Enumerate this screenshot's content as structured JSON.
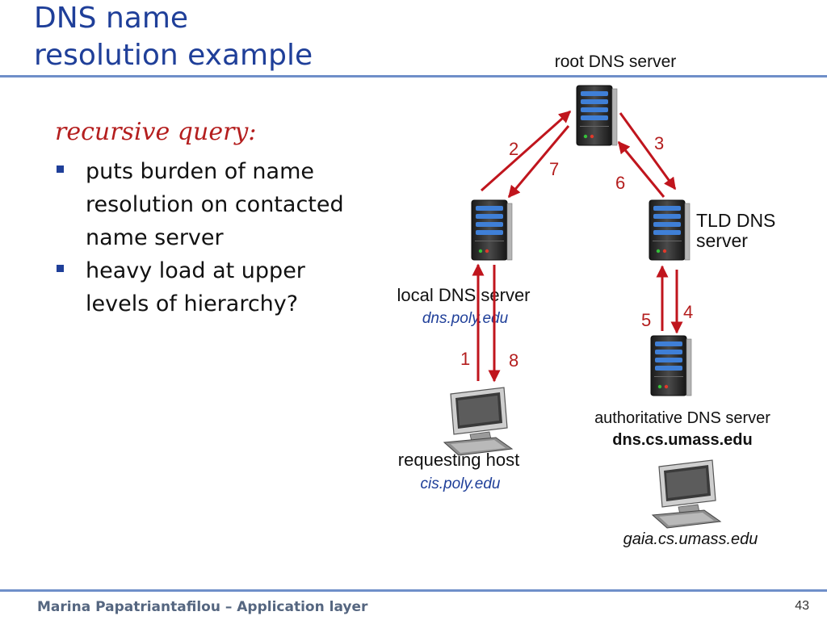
{
  "slide": {
    "title_line1": "DNS name",
    "title_line2": "resolution example",
    "subtitle": "recursive query:",
    "bullets": [
      "puts burden of name resolution on contacted name server",
      "heavy load at upper levels of hierarchy?"
    ],
    "footer": "Marina Papatriantafilou –  Application layer",
    "page_number": "43"
  },
  "diagram": {
    "root_label": "root DNS server",
    "tld_label_line1": "TLD DNS",
    "tld_label_line2": "server",
    "local_label": "local DNS server",
    "local_host": "dns.poly.edu",
    "auth_label": "authoritative DNS server",
    "auth_host": "dns.cs.umass.edu",
    "requesting_label": "requesting host",
    "requesting_host": "cis.poly.edu",
    "gaia_host": "gaia.cs.umass.edu",
    "steps": {
      "s1": "1",
      "s2": "2",
      "s3": "3",
      "s4": "4",
      "s5": "5",
      "s6": "6",
      "s7": "7",
      "s8": "8"
    },
    "colors": {
      "arrow": "#c0151d",
      "step_text": "#b41e1e",
      "host_text": "#1f3f99"
    }
  }
}
